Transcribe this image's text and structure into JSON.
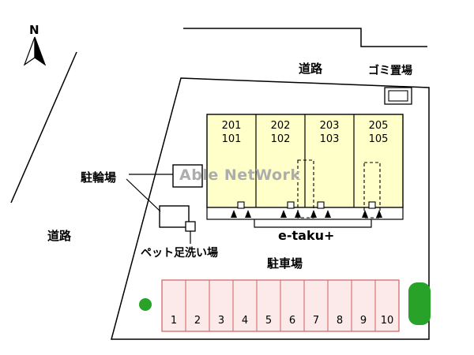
{
  "labels": {
    "compass_north": "N",
    "road_top": "道路",
    "road_left": "道路",
    "garbage": "ゴミ置場",
    "bicycle_parking": "駐輪場",
    "pet_wash": "ペット足洗い場",
    "car_parking": "駐車場",
    "etaku": "e-taku+"
  },
  "watermark": "Able NetWork",
  "building": {
    "units": [
      {
        "upper": "201",
        "lower": "101"
      },
      {
        "upper": "202",
        "lower": "102"
      },
      {
        "upper": "203",
        "lower": "103"
      },
      {
        "upper": "205",
        "lower": "105"
      }
    ]
  },
  "parking": {
    "spaces": [
      "1",
      "2",
      "3",
      "4",
      "5",
      "6",
      "7",
      "8",
      "9",
      "10"
    ]
  },
  "colors": {
    "unit_fill": "#FFFFC9",
    "parking_fill": "#FCEAEA",
    "parking_border": "#D46A6A",
    "tree_green": "#28A228",
    "watermark_gray": "#ADADAD",
    "line_black": "#000000"
  }
}
